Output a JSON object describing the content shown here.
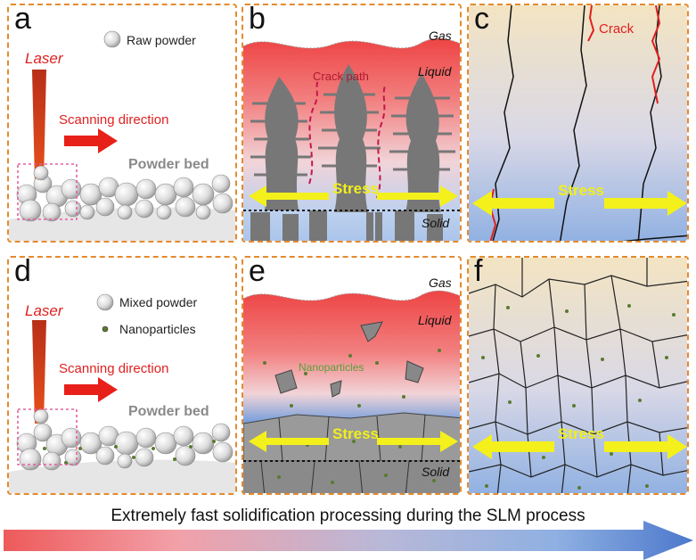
{
  "panels": {
    "a": {
      "letter": "a",
      "raw_powder": "Raw powder",
      "laser": "Laser",
      "scan": "Scanning direction",
      "powder_bed": "Powder bed"
    },
    "b": {
      "letter": "b",
      "gas": "Gas",
      "liquid": "Liquid",
      "crack_path": "Crack path",
      "stress": "Stress",
      "solid": "Solid"
    },
    "c": {
      "letter": "c",
      "crack": "Crack",
      "stress": "Stress"
    },
    "d": {
      "letter": "d",
      "mixed_powder": "Mixed powder",
      "nanoparticles": "Nanoparticles",
      "laser": "Laser",
      "scan": "Scanning direction",
      "powder_bed": "Powder bed"
    },
    "e": {
      "letter": "e",
      "gas": "Gas",
      "liquid": "Liquid",
      "nanoparticles": "Nanoparticles",
      "stress": "Stress",
      "solid": "Solid"
    },
    "f": {
      "letter": "f",
      "stress": "Stress"
    }
  },
  "caption": "Extremely fast solidification processing during the SLM process",
  "colors": {
    "border": "#e58a2e",
    "laser": "#c8301a",
    "arrow_red": "#e8201a",
    "stress": "#f4f01c",
    "hot": "#ee4444",
    "cool": "#5b7fd0",
    "crack": "#e02020",
    "dendrite": "#777777"
  }
}
